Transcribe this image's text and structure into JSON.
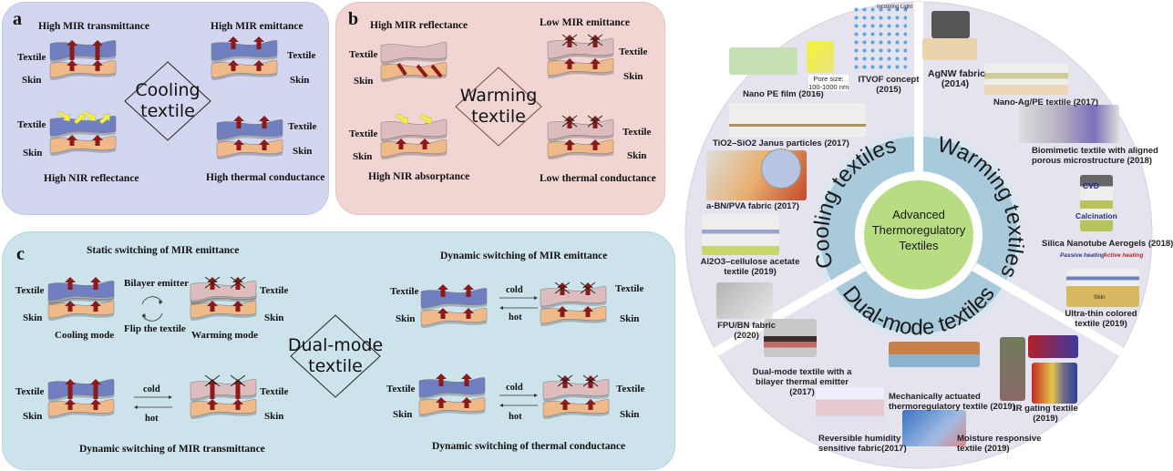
{
  "panel_a": {
    "label": "a",
    "center_title": [
      "Cooling",
      "textile"
    ],
    "items": [
      {
        "caption": "High MIR transmittance",
        "textile_label": "Textile",
        "skin_label": "Skin"
      },
      {
        "caption": "High MIR emittance",
        "textile_label": "Textile",
        "skin_label": "Skin"
      },
      {
        "caption": "High NIR reflectance",
        "textile_label": "Textile",
        "skin_label": "Skin"
      },
      {
        "caption": "High thermal conductance",
        "textile_label": "Textile",
        "skin_label": "Skin"
      }
    ]
  },
  "panel_b": {
    "label": "b",
    "center_title": [
      "Warming",
      "textile"
    ],
    "items": [
      {
        "caption": "High MIR reflectance",
        "textile_label": "Textile",
        "skin_label": "Skin"
      },
      {
        "caption": "Low MIR emittance",
        "textile_label": "Textile",
        "skin_label": "Skin"
      },
      {
        "caption": "High NIR absorptance",
        "textile_label": "Textile",
        "skin_label": "Skin"
      },
      {
        "caption": "Low thermal conductance",
        "textile_label": "Textile",
        "skin_label": "Skin"
      }
    ]
  },
  "panel_c": {
    "label": "c",
    "center_title": [
      "Dual-mode",
      "textile"
    ],
    "static": {
      "caption": "Static switching of MIR emittance",
      "top_label": "Bilayer emitter",
      "bottom_label": "Flip the textile",
      "left_mode": "Cooling mode",
      "right_mode": "Warming mode",
      "textile_label": "Textile",
      "skin_label": "Skin"
    },
    "dyn_transmittance": {
      "caption": "Dynamic switching of MIR transmittance",
      "forward": "cold",
      "backward": "hot",
      "textile_label": "Textile",
      "skin_label": "Skin"
    },
    "dyn_emittance": {
      "caption": "Dynamic switching of MIR emittance",
      "forward": "cold",
      "backward": "hot",
      "textile_label": "Textile",
      "skin_label": "Skin"
    },
    "dyn_conductance": {
      "caption": "Dynamic switching of thermal conductance",
      "forward": "cold",
      "backward": "hot",
      "textile_label": "Textile",
      "skin_label": "Skin"
    }
  },
  "wheel": {
    "center": [
      "Advanced",
      "Thermoregulatory",
      "Textiles"
    ],
    "sectors": {
      "cooling": "Cooling textiles",
      "warming": "Warming textiles",
      "dual": "Dual-mode textiles"
    },
    "cooling_items": [
      {
        "name": "ITVOF concept",
        "year": "(2015)",
        "note": "Incoming Light"
      },
      {
        "name": "Nano PE film (2016)",
        "note": "Pore size:",
        "note2": "100-1000 nm"
      },
      {
        "name": "TiO2–SiO2 Janus particles (2017)"
      },
      {
        "name": "a-BN/PVA fabric (2017)"
      },
      {
        "name": "Al2O3–cellulose  acetate",
        "year": "textile (2019)"
      },
      {
        "name": "FPU/BN fabric",
        "year": "(2020)"
      }
    ],
    "warming_items": [
      {
        "name": "AgNW fabric",
        "year": "(2014)"
      },
      {
        "name": "Nano-Ag/PE textile (2017)"
      },
      {
        "name": "Biomimetic textile with aligned",
        "year": "porous microstructure (2018)"
      },
      {
        "name": "Silica Nanotube Aerogels (2018)",
        "step1": "CVD",
        "step2": "Calcination"
      },
      {
        "name": "Ultra-thin colored",
        "year": "textile (2019)",
        "note": "Passive heating",
        "note2": "Active heating",
        "skin": "Skin"
      }
    ],
    "dual_items": [
      {
        "name": "Dual-mode textile with a",
        "line2": "bilayer thermal emitter",
        "year": "(2017)"
      },
      {
        "name": "Reversible humidity",
        "year": "sensitive fabric(2017)"
      },
      {
        "name": "Mechanically actuated",
        "year": "thermoregulatory textile (2019)"
      },
      {
        "name": "IR gating textile",
        "year": "(2019)"
      },
      {
        "name": "Moisture  responsive",
        "year": "textile (2019)"
      }
    ]
  },
  "colors": {
    "panel_a_bg": "#d3d6ef",
    "panel_b_bg": "#f1d5d2",
    "panel_c_bg": "#cde3ec",
    "textile_blue": "#6f7fbf",
    "textile_pink": "#dcbcbc",
    "skin": "#f0b98a",
    "heat_arrow": "#8b1a1a",
    "nir_arrow": "#f2f03a",
    "wheel_outer": "#e4e3ee",
    "wheel_ring": "#a9cadb",
    "wheel_center": "#b8dc82"
  }
}
